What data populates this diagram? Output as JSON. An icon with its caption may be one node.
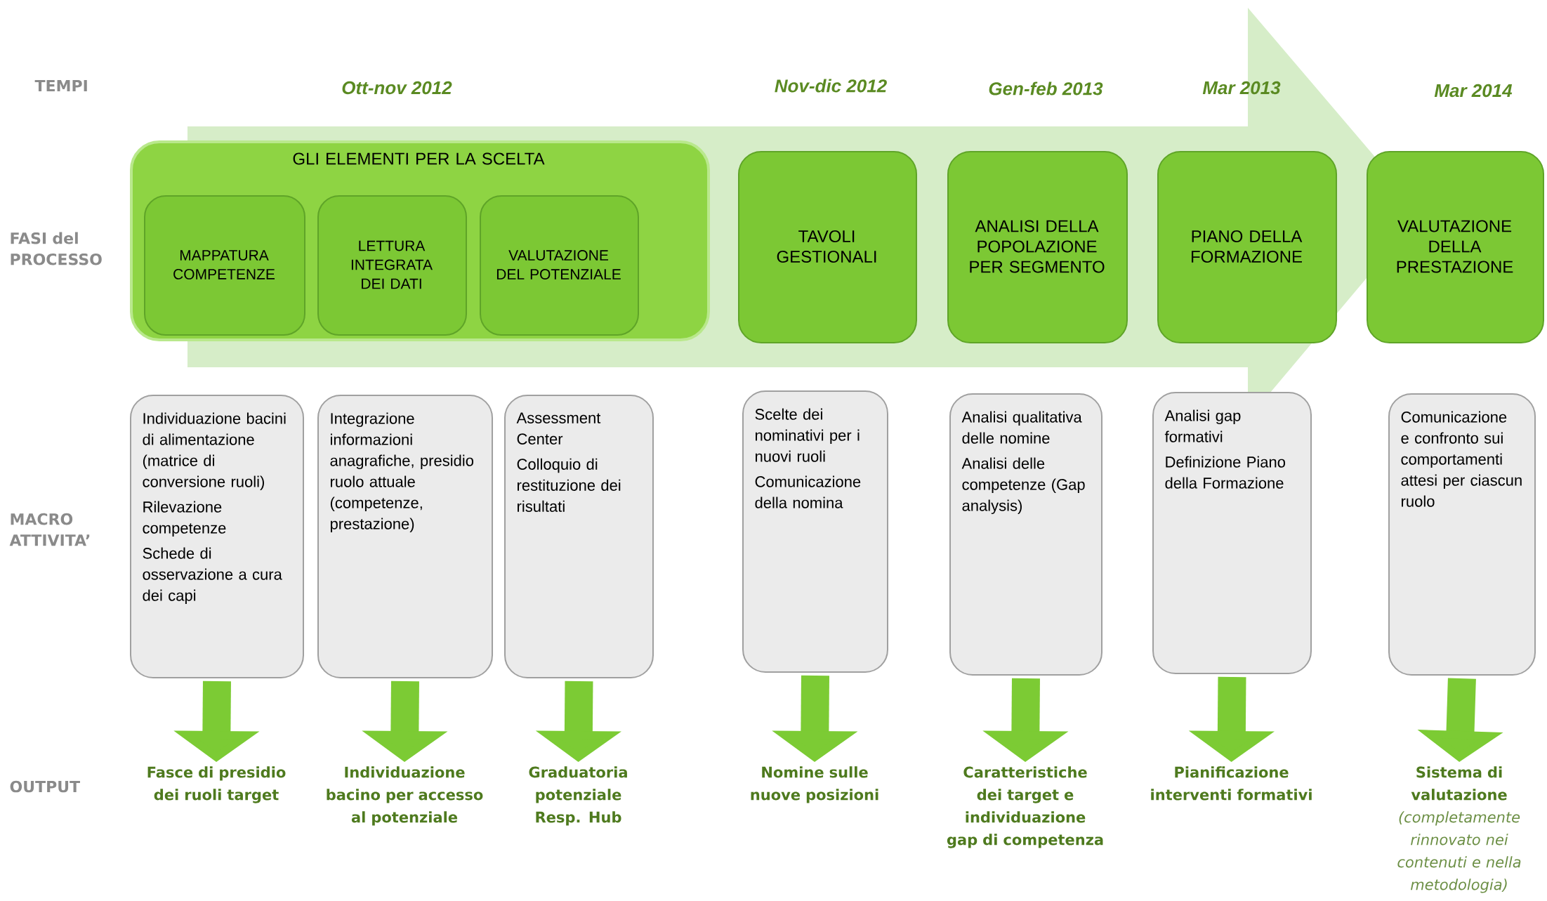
{
  "diagram": {
    "nodes": [
      {
        "text": [
          "GLI ELEMENTI PER LA SCELTA"
        ]
      },
      {
        "text": [
          "MAPPATURA COMPETENZE"
        ],
        "in": 0
      },
      {
        "text": [
          "LETTURA INTEGRATA DEI DATI"
        ],
        "in": 0
      },
      {
        "text": [
          "VALUTAZIONE DEL POTENZIALE"
        ],
        "in": 0
      },
      {
        "text": [
          "TAVOLI GESTIONALI"
        ]
      },
      {
        "text": [
          "ANALISI DELLA POPOLAZIONE PER SEGMENTO"
        ]
      },
      {
        "text": [
          "PIANO DELLA FORMAZIONE"
        ]
      },
      {
        "text": [
          "VALUTAZIONE DELLA PRESTAZIONE"
        ]
      },
      {
        "text": [
          "Individuazione bacini di alimentazione (matrice di conversione ruoli)",
          "Rilevazione competenze",
          "Schede di osservazione a cura dei capi"
        ]
      },
      {
        "text": [
          "Integrazione informazioni anagrafiche, presidio ruolo attuale (competenze, prestazione)"
        ]
      },
      {
        "text": [
          "Assessment Center",
          "Colloquio di restituzione dei risultati"
        ]
      },
      {
        "text": [
          "Scelte dei nominativi per i nuovi ruoli",
          "Comunicazione della nomina"
        ]
      },
      {
        "text": [
          "Analisi qualitativa delle nomine",
          "Analisi delle competenze (Gap analysis)"
        ]
      },
      {
        "text": [
          "Analisi gap formativi",
          "Definizione Piano della Formazione"
        ]
      },
      {
        "text": [
          "Comunicazione e confronto sui comportamenti attesi per ciascun ruolo"
        ]
      },
      {
        "text": [
          "Fasce di presidio dei ruoli target"
        ]
      },
      {
        "text": [
          "Individuazione bacino per accesso al potenziale"
        ]
      },
      {
        "text": [
          "Graduatoria potenziale Resp. Hub"
        ]
      },
      {
        "text": [
          "Nomine sulle nuove posizioni"
        ]
      },
      {
        "text": [
          "Caratteristiche dei target e individuazione gap di competenza"
        ]
      },
      {
        "text": [
          "Pianificazione interventi formativi"
        ]
      },
      {
        "text": [
          "Sistema di valutazione",
          "(completamente rinnovato nei contenuti e nella metodologia)"
        ]
      }
    ],
    "edges": [
      {
        "from": 8,
        "to": 15,
        "arrow": "to"
      },
      {
        "from": 9,
        "to": 16,
        "arrow": "to"
      },
      {
        "from": 10,
        "to": 17,
        "arrow": "to"
      },
      {
        "from": 11,
        "to": 18,
        "arrow": "to"
      },
      {
        "from": 12,
        "to": 19,
        "arrow": "to"
      },
      {
        "from": 13,
        "to": 20,
        "arrow": "to"
      },
      {
        "from": 14,
        "to": 21,
        "arrow": "to"
      }
    ],
    "labels": [
      "TEMPI",
      "Ott-nov 2012",
      "Nov-dic 2012",
      "Gen-feb 2013",
      "Mar 2013",
      "Mar 2014",
      "FASI del PROCESSO",
      "MACRO ATTIVITA’",
      "OUTPUT"
    ]
  }
}
